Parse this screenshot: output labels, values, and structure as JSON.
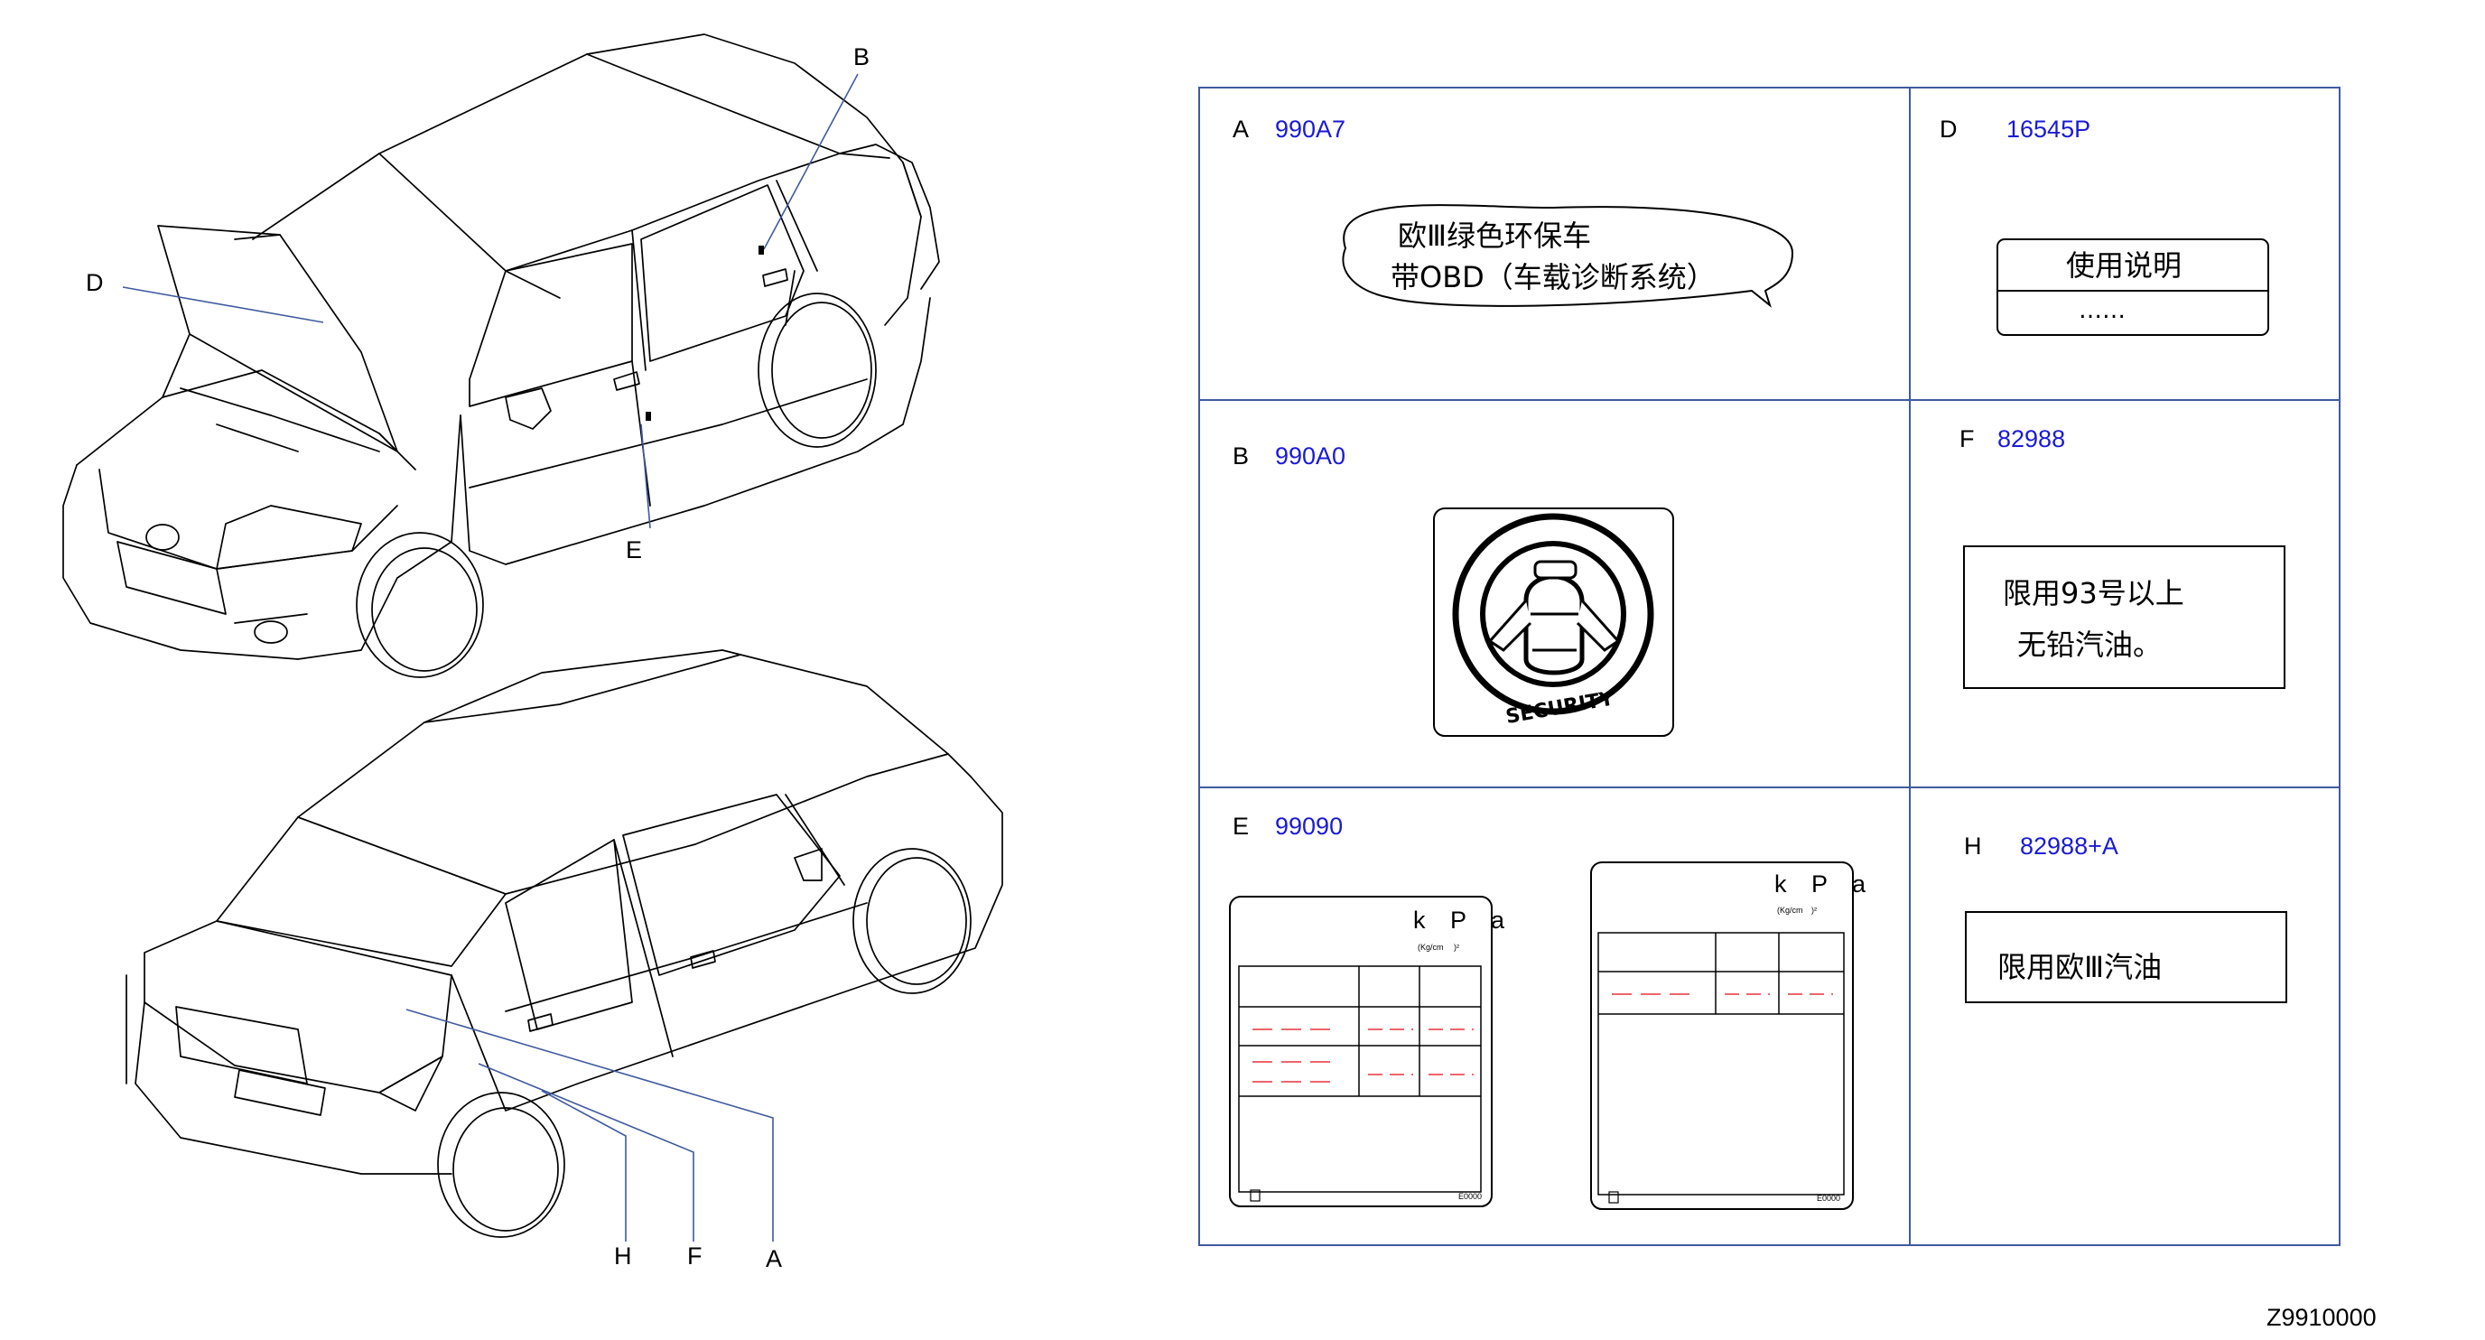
{
  "figure_id": "Z9910000",
  "callouts": {
    "A": "A",
    "B": "B",
    "D": "D",
    "E": "E",
    "F": "F",
    "H": "H"
  },
  "table": {
    "cells": [
      {
        "letter": "A",
        "code": "990A7",
        "text_lines": [
          "欧Ⅲ绿色环保车",
          "带OBD（车载诊断系统）"
        ]
      },
      {
        "letter": "D",
        "code": "16545P",
        "text_lines": [
          "使用说明",
          "……"
        ]
      },
      {
        "letter": "B",
        "code": "990A0",
        "text_lines": [
          "SECURITY"
        ]
      },
      {
        "letter": "F",
        "code": "82988",
        "text_lines": [
          "限用93号以上",
          "无铅汽油。"
        ]
      },
      {
        "letter": "E",
        "code": "99090",
        "text_lines": [
          "k P a",
          "(Kg/cm",
          ")²",
          "E0000"
        ]
      },
      {
        "letter": "H",
        "code": "82988+A",
        "text_lines": [
          "限用欧Ⅲ汽油"
        ]
      }
    ]
  },
  "colors": {
    "code_text": "#1a1ad6",
    "dash_red": "#e8323c",
    "grid": "#3f5a9e"
  }
}
